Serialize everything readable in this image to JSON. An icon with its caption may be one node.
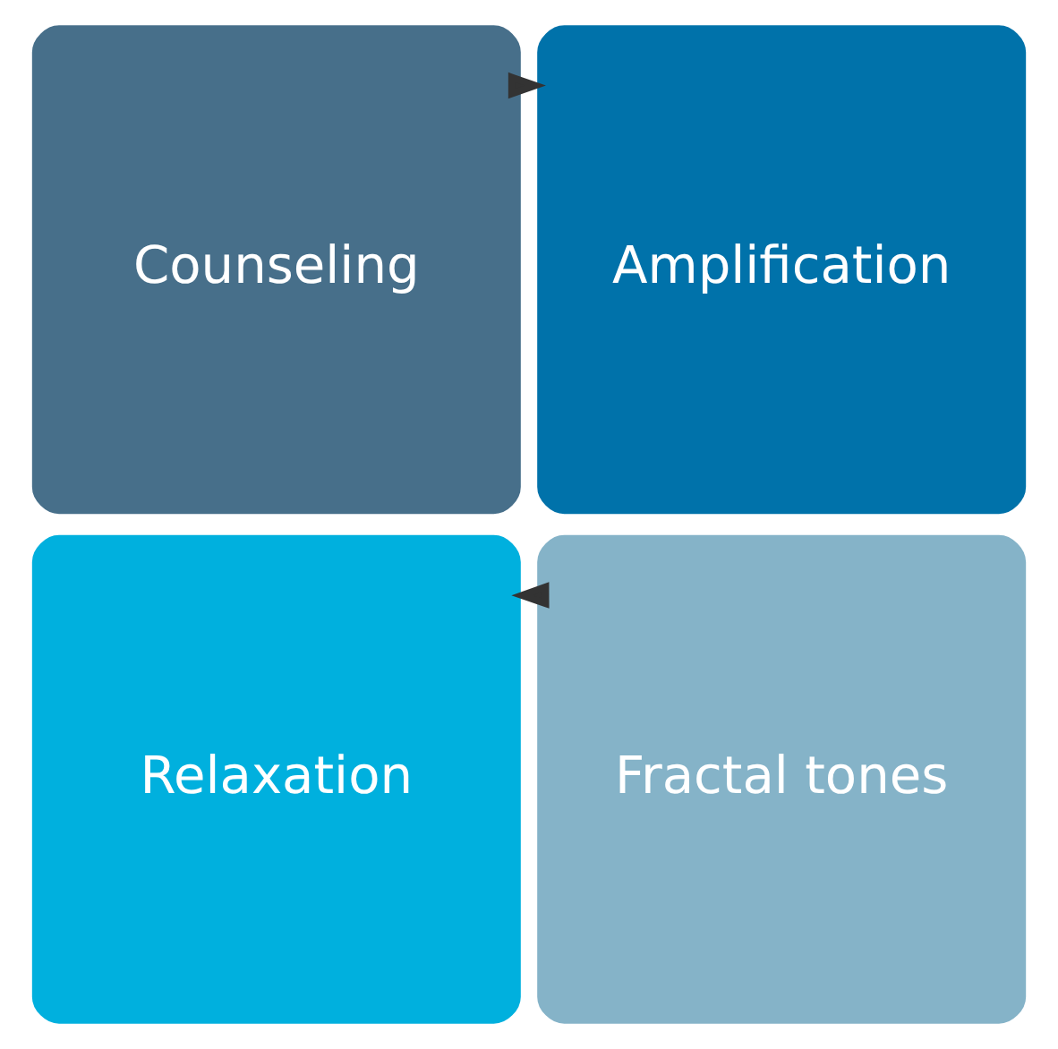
{
  "diagram": {
    "nodes": [
      {
        "text": [
          "Counseling"
        ]
      },
      {
        "text": [
          "Amplification"
        ]
      },
      {
        "text": [
          "Relaxation"
        ]
      },
      {
        "text": [
          "Fractal tones"
        ]
      }
    ],
    "edges": [
      {
        "from": 0,
        "to": 1,
        "arrow": "to"
      },
      {
        "from": 3,
        "to": 2,
        "arrow": "to"
      }
    ]
  }
}
